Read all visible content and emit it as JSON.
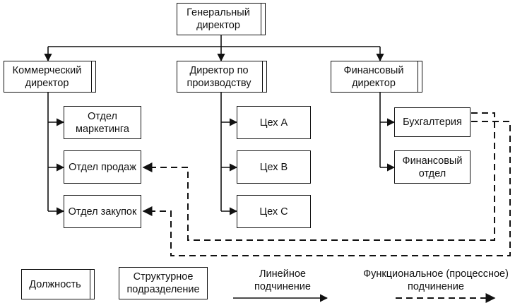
{
  "positions": {
    "general_director": "Генеральный директор",
    "commercial_director": "Коммерческий директор",
    "production_director": "Директор по производству",
    "financial_director": "Финансовый директор"
  },
  "units": {
    "marketing": "Отдел маркетинга",
    "sales": "Отдел продаж",
    "procurement": "Отдел закупок",
    "shop_a": "Цех А",
    "shop_b": "Цех В",
    "shop_c": "Цех С",
    "accounting": "Бухгалтерия",
    "finance_dept": "Финансовый отдел"
  },
  "legend": {
    "position": "Должность",
    "unit": "Структурное подразделение",
    "linear": "Линейное подчинение",
    "functional": "Функциональное (процессное) подчинение"
  }
}
